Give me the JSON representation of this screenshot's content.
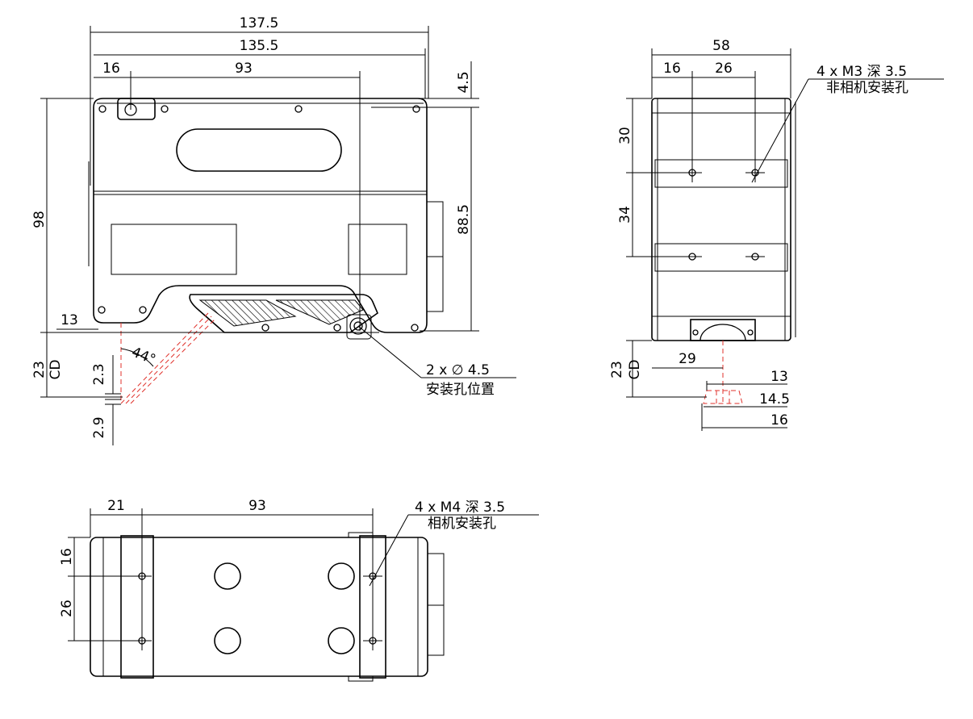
{
  "colors": {
    "line": "#000000",
    "laser": "#e0312b",
    "background": "#ffffff"
  },
  "front_view": {
    "dim_overall_width": "137.5",
    "dim_body_width": "135.5",
    "dim_left_offset": "16",
    "dim_hole_spacing": "93",
    "dim_top_offset": "4.5",
    "dim_height": "98",
    "dim_hole_height": "88.5",
    "dim_bottom_offset": "13",
    "dim_cd_value": "23",
    "dim_cd_label": "CD",
    "dim_depth_a": "2.3",
    "dim_depth_b": "2.9",
    "angle": "44°",
    "callout_line1": "2 x ∅ 4.5",
    "callout_line2": "安装孔位置"
  },
  "side_view": {
    "dim_width": "58",
    "dim_left_offset": "16",
    "dim_hole_spacing": "26",
    "dim_top": "30",
    "dim_vertical_spacing": "34",
    "dim_cd_value": "23",
    "dim_cd_label": "CD",
    "dim_center": "29",
    "dim_beam_a": "13",
    "dim_beam_b": "14.5",
    "dim_beam_c": "16",
    "callout_line1": "4 x  M3 深 3.5",
    "callout_line2": "非相机安装孔"
  },
  "bottom_view": {
    "dim_left_offset": "21",
    "dim_hole_spacing": "93",
    "dim_top_offset": "16",
    "dim_vertical_spacing": "26",
    "callout_line1": "4 x  M4 深 3.5",
    "callout_line2": "相机安装孔"
  }
}
